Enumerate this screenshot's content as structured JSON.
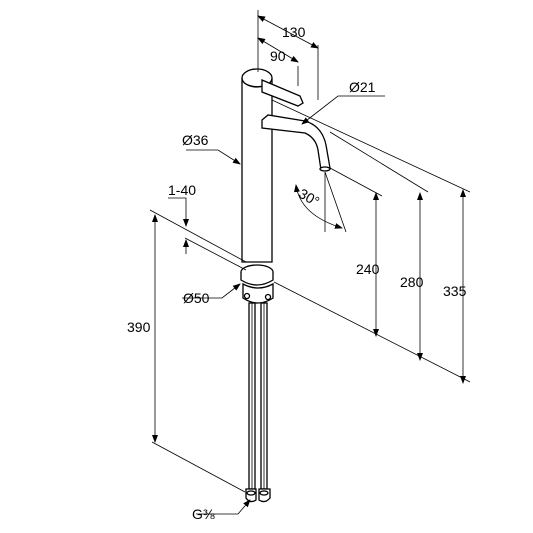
{
  "diagram": {
    "dimensions": {
      "d130": "130",
      "d90": "90",
      "d21": "Ø21",
      "d36": "Ø36",
      "angle": "30°",
      "range": "1-40",
      "d240": "240",
      "d280": "280",
      "d335": "335",
      "d50": "Ø50",
      "d390": "390",
      "thread": "G⅜"
    }
  }
}
